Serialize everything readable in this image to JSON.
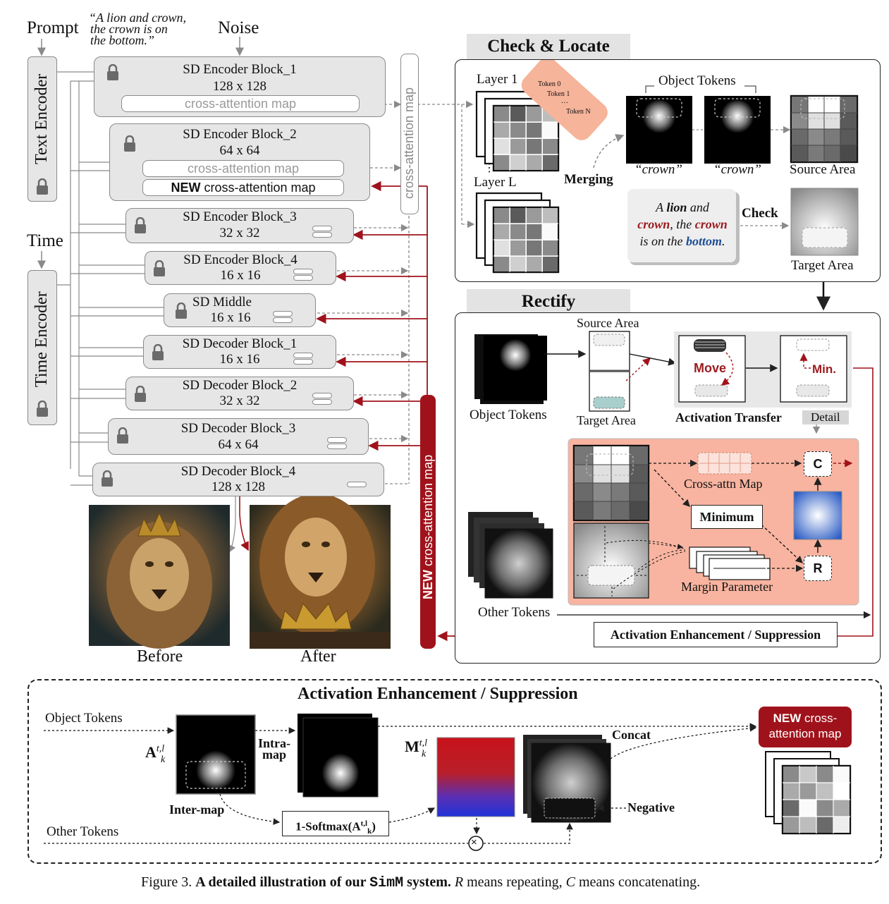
{
  "left": {
    "prompt_label": "Prompt",
    "prompt_text_line1": "“A lion and crown,",
    "prompt_text_line2": "the crown is on",
    "prompt_text_line3": "the bottom.”",
    "noise_label": "Noise",
    "text_encoder": "Text Encoder",
    "time_label": "Time",
    "time_encoder": "Time Encoder",
    "xattn_vertical": "cross-attention map",
    "new_xattn_vertical_bold": "NEW",
    "new_xattn_vertical_rest": "cross-attention map",
    "blocks": [
      {
        "name": "SD  Encoder Block_1",
        "size": "128 x 128"
      },
      {
        "name": "SD  Encoder Block_2",
        "size": "64 x 64"
      },
      {
        "name": "SD  Encoder Block_3",
        "size": "32 x 32"
      },
      {
        "name": "SD  Encoder Block_4",
        "size": "16 x 16"
      },
      {
        "name": "SD  Middle",
        "size": "16 x 16"
      },
      {
        "name": "SD  Decoder Block_1",
        "size": "16 x 16"
      },
      {
        "name": "SD  Decoder Block_2",
        "size": "32 x 32"
      },
      {
        "name": "SD  Decoder Block_3",
        "size": "64 x 64"
      },
      {
        "name": "SD  Decoder Block_4",
        "size": "128 x 128"
      }
    ],
    "xattn_pill": "cross-attention map",
    "new_pill_bold": "NEW",
    "new_pill_rest": " cross-attention map",
    "before": "Before",
    "after": "After"
  },
  "check": {
    "title": "Check & Locate",
    "layer1": "Layer 1",
    "layerL": "Layer L",
    "tokens": [
      "Token 0",
      "Token 1",
      "…",
      "Token N"
    ],
    "object_tokens": "Object Tokens",
    "crown1": "“crown”",
    "crown2": "“crown”",
    "source_area": "Source Area",
    "merging": "Merging",
    "check": "Check",
    "target_area": "Target Area",
    "sentence": {
      "a": "A ",
      "lion": "lion",
      "and": " and",
      "crown1": "crown",
      "comma_the": ", the ",
      "crown2": "crown",
      "is_on_the": "is on the ",
      "bottom": "bottom",
      "period": "."
    }
  },
  "rectify": {
    "title": "Rectify",
    "source_area": "Source Area",
    "target_area": "Target Area",
    "object_tokens": "Object Tokens",
    "move": "Move",
    "min": "Min.",
    "activation_transfer": "Activation Transfer",
    "detail": "Detail",
    "crossattn_map": "Cross-attn Map",
    "minimum": "Minimum",
    "margin_parameter": "Margin Parameter",
    "c": "C",
    "r": "R",
    "other_tokens": "Other Tokens",
    "aes": "Activation Enhancement / Suppression"
  },
  "bottom": {
    "title": "Activation Enhancement / Suppression",
    "object_tokens": "Object Tokens",
    "other_tokens": "Other Tokens",
    "a_sym": "A",
    "a_sup": "t,l",
    "a_sub": "k",
    "intra1": "Intra-",
    "intra2": "map",
    "inter": "Inter-map",
    "m_sym": "M",
    "m_sup": "t,l",
    "m_sub": "k",
    "softmax": "1-Softmax(A",
    "softmax_sup": "t,l",
    "softmax_sub": "k",
    "softmax_close": ")",
    "concat": "Concat",
    "negative": "Negative",
    "new_bold": "NEW",
    "new_rest1": " cross-",
    "new_rest2": "attention map",
    "times": "×"
  },
  "caption": {
    "prefix": "Figure 3. ",
    "bold": "A detailed illustration of our ",
    "mono": "SimM",
    "bold2": " system.",
    "r": " R",
    "r_rest": " means repeating, ",
    "c": "C",
    "c_rest": " means concatenating."
  }
}
